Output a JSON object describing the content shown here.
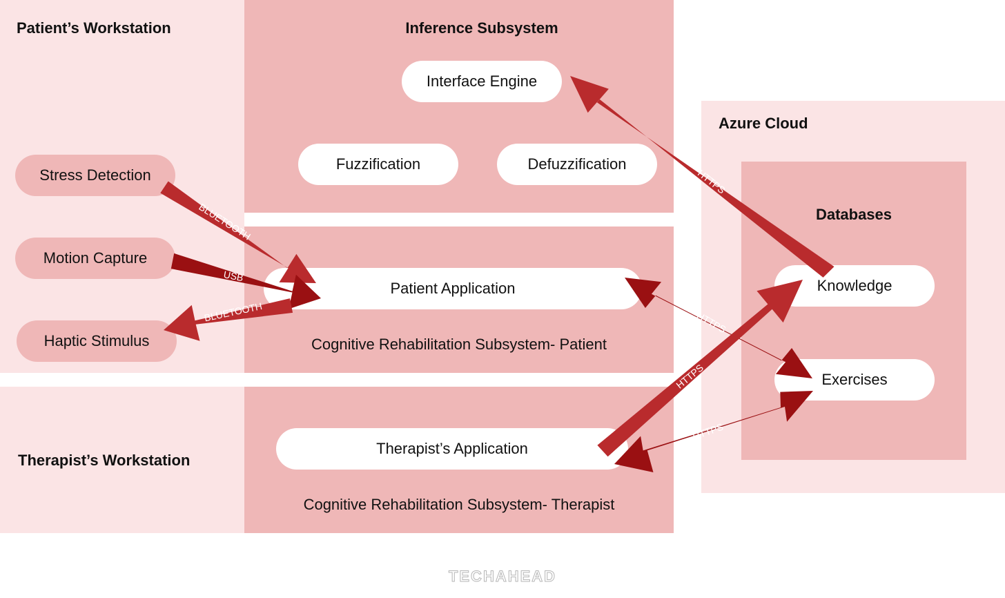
{
  "regions": {
    "patient_workstation": "Patient’s Workstation",
    "therapist_workstation": "Therapist’s Workstation",
    "inference_subsystem": "Inference Subsystem",
    "azure_cloud": "Azure Cloud",
    "databases": "Databases"
  },
  "nodes": {
    "interface_engine": "Interface Engine",
    "fuzzification": "Fuzzification",
    "defuzzification": "Defuzzification",
    "stress_detection": "Stress Detection",
    "motion_capture": "Motion Capture",
    "haptic_stimulus": "Haptic Stimulus",
    "patient_application": "Patient Application",
    "therapist_application": "Therapist’s Application",
    "knowledge": "Knowledge",
    "exercises": "Exercises"
  },
  "captions": {
    "crs_patient": "Cognitive Rehabilitation Subsystem- Patient",
    "crs_therapist": "Cognitive Rehabilitation Subsystem- Therapist"
  },
  "connections": [
    {
      "from": "Stress Detection",
      "to": "Patient Application",
      "label": "BLUETOOTH"
    },
    {
      "from": "Motion Capture",
      "to": "Patient Application",
      "label": "USB"
    },
    {
      "from": "Patient Application",
      "to": "Haptic Stimulus",
      "label": "BLUETOOTH"
    },
    {
      "from": "Knowledge",
      "to": "Interface Engine",
      "label": "HTTPS"
    },
    {
      "from": "Patient Application",
      "to": "Exercises",
      "label": "HTTPS",
      "bidirectional": true
    },
    {
      "from": "Therapist’s Application",
      "to": "Knowledge",
      "label": "HTTPS"
    },
    {
      "from": "Therapist’s Application",
      "to": "Exercises",
      "label": "HTTPS",
      "bidirectional": true
    }
  ],
  "colors": {
    "arrow_red": "#b92b2d",
    "arrow_dark": "#9a1012",
    "light_pink": "#fbe4e5",
    "mid_pink": "#efb7b7"
  },
  "logo": "TECHAHEAD"
}
